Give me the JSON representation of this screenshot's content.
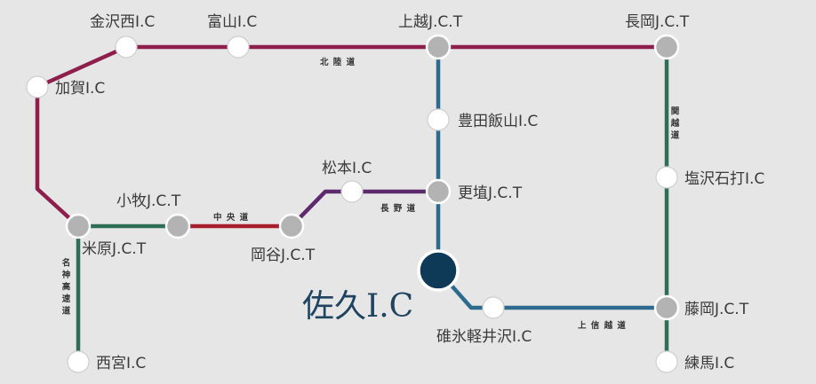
{
  "colors": {
    "hokuriku": "#8e1f4d",
    "kanetsu": "#2e6e57",
    "joshinetsu": "#2c6a8e",
    "chuo": "#a81f2b",
    "nagano": "#5d2a6e",
    "meishin": "#2e6e57",
    "highlight": "#0e3a57"
  },
  "roads": {
    "hokuriku": "北 陸 道",
    "kanetsu": "関越道",
    "joshinetsu": "上 信 越 道",
    "chuo": "中 央 道",
    "nagano": "長 野 道",
    "meishin": "名神高速道"
  },
  "nodes": {
    "kanazawanishi": "金沢西I.C",
    "toyama": "富山I.C",
    "joetsu": "上越J.C.T",
    "nagaoka": "長岡J.C.T",
    "kaga": "加賀I.C",
    "toyotaiiyama": "豊田飯山I.C",
    "matsumoto": "松本I.C",
    "koshoku": "更埴J.C.T",
    "shiozawa": "塩沢石打I.C",
    "komaki": "小牧J.C.T",
    "maibara": "米原J.C.T",
    "okaya": "岡谷J.C.T",
    "saku": "佐久I.C",
    "fujioka": "藤岡J.C.T",
    "usui": "碓氷軽井沢I.C",
    "nishinomiya": "西宮I.C",
    "nerima": "練馬I.C"
  }
}
